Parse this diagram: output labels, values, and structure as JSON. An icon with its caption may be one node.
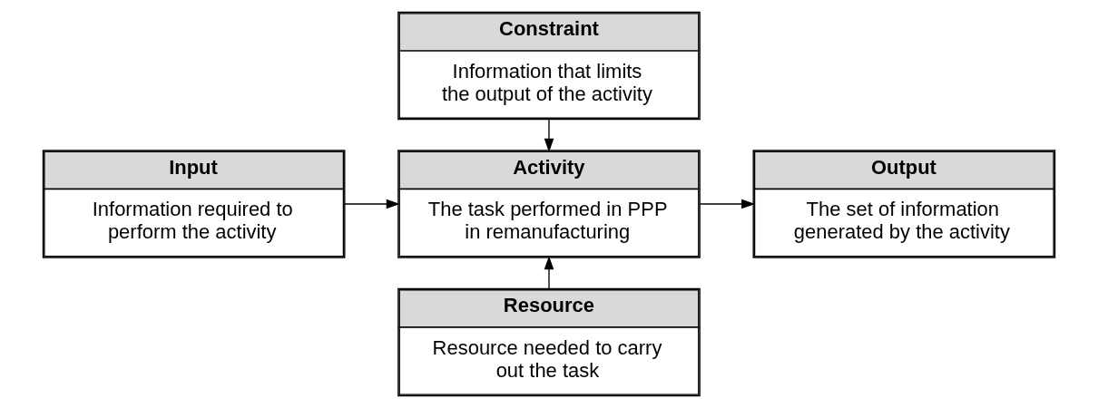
{
  "diagram": {
    "nodes": [
      {
        "text": [
          "Constraint",
          "Information that limits the output of the activity"
        ]
      },
      {
        "text": [
          "Input",
          "Information required to perform the activity"
        ]
      },
      {
        "text": [
          "Activity",
          "The task performed in PPP in remanufacturing"
        ]
      },
      {
        "text": [
          "Output",
          "The set of information generated by the activity"
        ]
      },
      {
        "text": [
          "Resource",
          "Resource needed to carry out the task"
        ]
      }
    ],
    "edges": [
      {
        "from": 0,
        "to": 2,
        "arrow": "to"
      },
      {
        "from": 1,
        "to": 2,
        "arrow": "to"
      },
      {
        "from": 2,
        "to": 3,
        "arrow": "to"
      },
      {
        "from": 4,
        "to": 2,
        "arrow": "to"
      }
    ]
  }
}
